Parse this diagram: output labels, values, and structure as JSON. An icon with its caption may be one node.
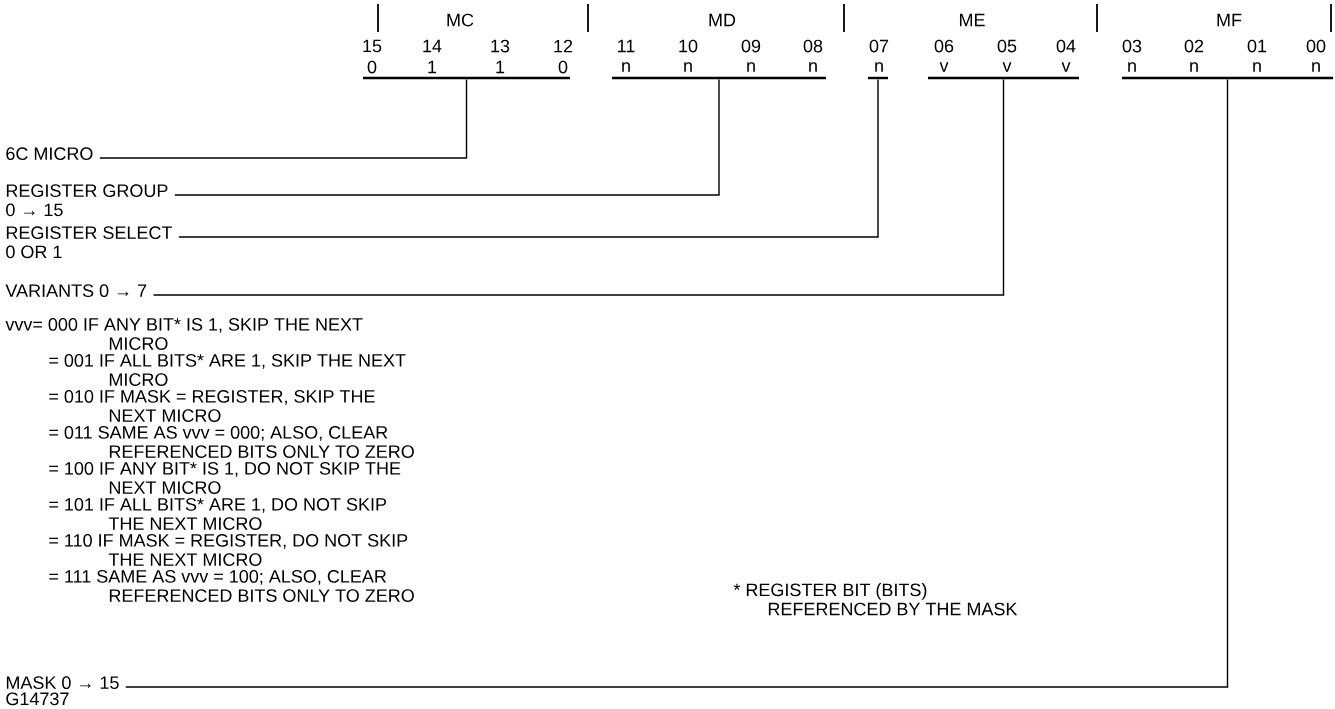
{
  "diagram": {
    "nodes": [
      {
        "text": [
          "6C MICRO"
        ]
      },
      {
        "text": [
          "REGISTER GROUP",
          "0 → 15"
        ]
      },
      {
        "text": [
          "REGISTER SELECT",
          "0 OR 1"
        ]
      },
      {
        "text": [
          "VARIANTS 0 → 7"
        ]
      },
      {
        "text": [
          "MASK 0 → 15"
        ]
      },
      {
        "text": [],
        "shape": "bar"
      },
      {
        "text": [],
        "shape": "bar"
      },
      {
        "text": [],
        "shape": "bar"
      },
      {
        "text": [],
        "shape": "bar"
      },
      {
        "text": [],
        "shape": "bar"
      }
    ],
    "edges": [
      {
        "from": 0,
        "to": 5,
        "arrow": "none"
      },
      {
        "from": 1,
        "to": 6,
        "arrow": "none"
      },
      {
        "from": 2,
        "to": 7,
        "arrow": "none"
      },
      {
        "from": 3,
        "to": 8,
        "arrow": "none"
      },
      {
        "from": 4,
        "to": 9,
        "arrow": "none"
      }
    ],
    "labels": [
      "MC",
      "MD",
      "ME",
      "MF",
      "15",
      "14",
      "13",
      "12",
      "11",
      "10",
      "09",
      "08",
      "07",
      "06",
      "05",
      "04",
      "03",
      "02",
      "01",
      "00",
      "0",
      "1",
      "1",
      "0",
      "n",
      "n",
      "n",
      "n",
      "n",
      "v",
      "v",
      "v",
      "n",
      "n",
      "n",
      "n",
      "vvv= 000 IF ANY BIT* IS 1, SKIP THE NEXT MICRO",
      "= 001 IF ALL BITS* ARE 1, SKIP THE NEXT MICRO",
      "= 010 IF MASK = REGISTER, SKIP THE NEXT MICRO",
      "= 011 SAME AS vvv = 000; ALSO, CLEAR REFERENCED BITS ONLY TO ZERO",
      "= 100 IF ANY BIT* IS 1, DO NOT SKIP THE NEXT MICRO",
      "= 101 IF ALL BITS* ARE 1, DO NOT SKIP THE NEXT MICRO",
      "= 110 IF MASK = REGISTER, DO NOT SKIP THE NEXT MICRO",
      "= 111 SAME AS vvv = 100; ALSO, CLEAR REFERENCED BITS ONLY TO ZERO",
      "* REGISTER BIT (BITS) REFERENCED BY THE MASK",
      "G14737"
    ]
  }
}
